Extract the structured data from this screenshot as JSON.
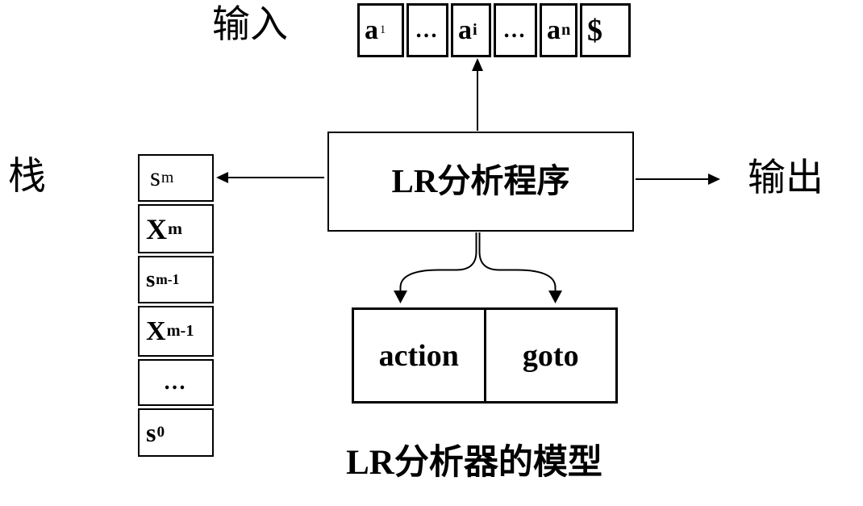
{
  "diagram": {
    "labels": {
      "input": "输入",
      "stack": "栈",
      "output": "输出"
    },
    "parser_box_label": "LR分析程序",
    "caption": "LR分析器的模型",
    "tape_cells": [
      {
        "base": "a",
        "sub": "1"
      },
      {
        "base": "…",
        "sub": ""
      },
      {
        "base": "a",
        "sub": "i"
      },
      {
        "base": "…",
        "sub": ""
      },
      {
        "base": "a",
        "sub": "n"
      },
      {
        "base": "$",
        "sub": ""
      }
    ],
    "stack_cells": [
      {
        "base": "s",
        "sub": "m"
      },
      {
        "base": "X",
        "sub": "m"
      },
      {
        "base": "s",
        "sub": "m-1"
      },
      {
        "base": "X",
        "sub": "m-1"
      },
      {
        "base": "…",
        "sub": ""
      },
      {
        "base": "s",
        "sub": "0"
      }
    ],
    "table": {
      "action_label": "action",
      "goto_label": "goto"
    },
    "colors": {
      "ink": "#000000",
      "background": "#ffffff"
    }
  }
}
